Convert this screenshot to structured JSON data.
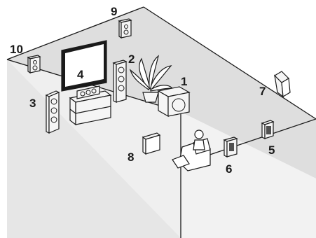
{
  "labels": {
    "subwoofer": "1",
    "front_right": "2",
    "front_left": "3",
    "center": "4",
    "surround_right": "5",
    "surround_back_right": "6",
    "presence_right": "7",
    "surround_left": "8",
    "front_presence_right": "9",
    "front_presence_left": "10"
  },
  "colors": {
    "wall_left": "#e9e9e9",
    "wall_back": "#dedede",
    "floor": "#efefef",
    "speaker_body": "#f5f5f5",
    "screen": "#ffffff",
    "line": "#1a1a1a"
  }
}
